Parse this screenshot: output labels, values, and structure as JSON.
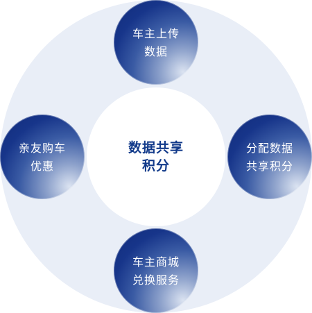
{
  "diagram": {
    "center": {
      "lines": [
        "数据共享",
        "积分"
      ]
    },
    "nodes": {
      "top": {
        "lines": [
          "车主上传",
          "数据"
        ]
      },
      "right": {
        "lines": [
          "分配数据",
          "共享积分"
        ]
      },
      "bottom": {
        "lines": [
          "车主商城",
          "兑换服务"
        ]
      },
      "left": {
        "lines": [
          "亲友购车",
          "优惠"
        ]
      }
    },
    "colors": {
      "ring": "#e9eef7",
      "node_dark": "#102b79",
      "node_light": "#dbe3f1",
      "center_text": "#123a8a",
      "node_text": "#ffffff"
    }
  }
}
